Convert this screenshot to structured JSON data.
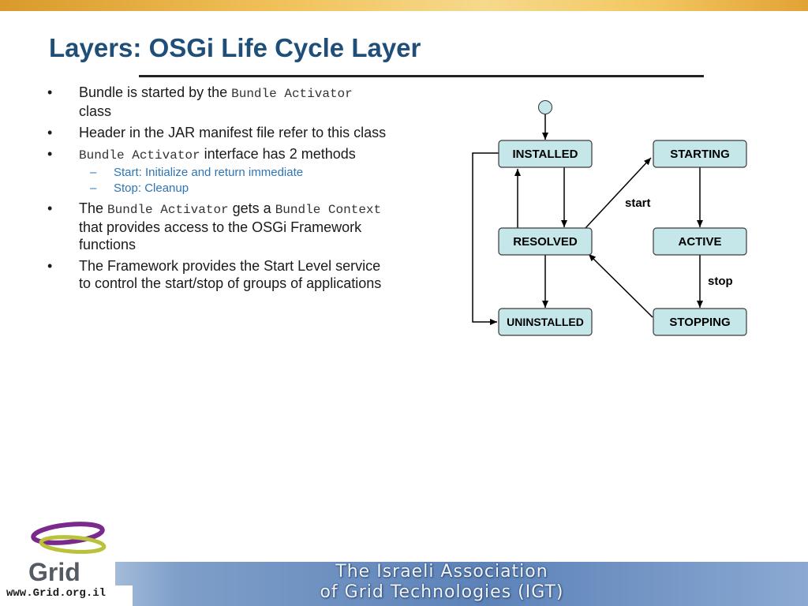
{
  "slide": {
    "title": "Layers: OSGi Life Cycle Layer"
  },
  "bullets": [
    {
      "marker": "•",
      "parts": [
        "Bundle is started by the ",
        "Bundle Activator",
        " class"
      ]
    },
    {
      "marker": "•",
      "text": "Header in the JAR manifest file refer to this class"
    },
    {
      "marker": "•",
      "parts": [
        "Bundle Activator",
        " interface has 2 methods"
      ]
    },
    {
      "marker": "•",
      "parts": [
        "The ",
        "Bundle Activator",
        " gets a ",
        "Bundle Context",
        " that provides access to the OSGi Framework functions"
      ]
    },
    {
      "marker": "•",
      "text": "The Framework provides the Start Level service to control the start/stop of groups of applications"
    }
  ],
  "subbullets": [
    {
      "marker": "–",
      "text": "Start: Initialize and return immediate"
    },
    {
      "marker": "–",
      "text": "Stop: Cleanup"
    }
  ],
  "diagram": {
    "states": {
      "installed": "INSTALLED",
      "starting": "STARTING",
      "resolved": "RESOLVED",
      "active": "ACTIVE",
      "uninstalled": "UNINSTALLED",
      "stopping": "STOPPING"
    },
    "labels": {
      "start": "start",
      "stop": "stop"
    },
    "colors": {
      "state_fill": "#c5e7ea",
      "state_border": "#3a3a3a"
    }
  },
  "footer": {
    "association_line1": "The Israeli Association",
    "association_line2": "of Grid Technologies (IGT)",
    "logo_text": "Grid",
    "url": "www.Grid.org.il"
  }
}
